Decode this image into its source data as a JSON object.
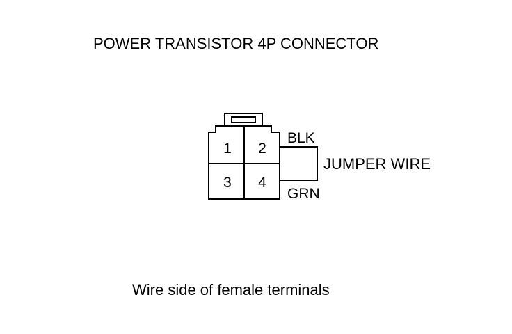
{
  "title": "POWER TRANSISTOR 4P CONNECTOR",
  "connector": {
    "terminals": [
      "1",
      "2",
      "3",
      "4"
    ]
  },
  "wires": {
    "top_label": "BLK",
    "bottom_label": "GRN",
    "jumper_label": "JUMPER WIRE"
  },
  "caption": "Wire side of female terminals",
  "colors": {
    "line": "#000000",
    "background": "#ffffff"
  }
}
